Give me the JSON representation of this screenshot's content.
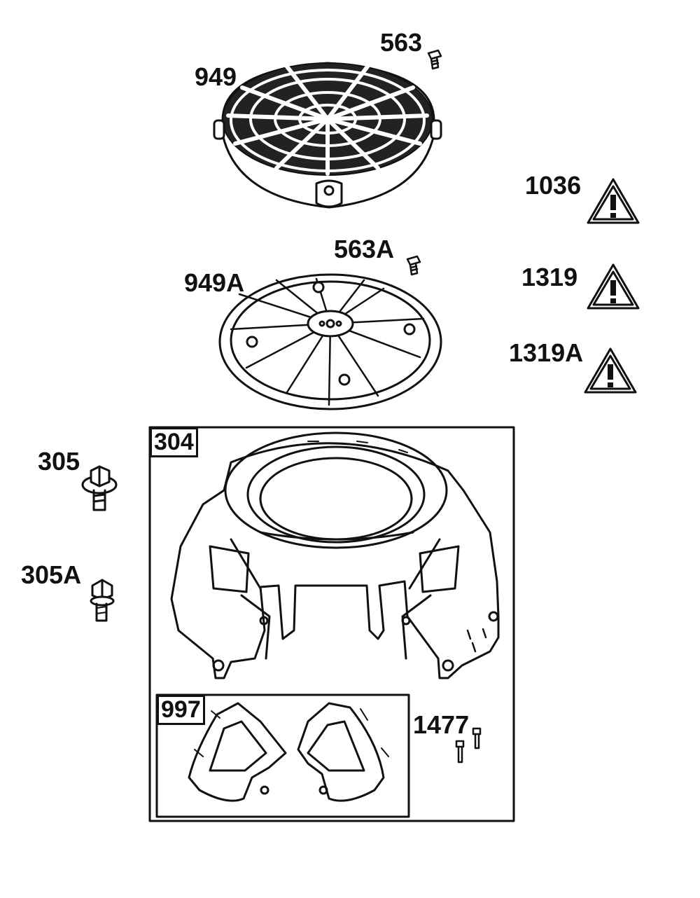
{
  "labels": {
    "p563": "563",
    "p949": "949",
    "p1036": "1036",
    "p563a": "563A",
    "p949a": "949A",
    "p1319": "1319",
    "p1319a": "1319A",
    "p304": "304",
    "p305": "305",
    "p305a": "305A",
    "p997": "997",
    "p1477": "1477"
  },
  "icons": {
    "warning": "warning-triangle-icon"
  },
  "colors": {
    "line": "#111111",
    "background": "#ffffff"
  }
}
